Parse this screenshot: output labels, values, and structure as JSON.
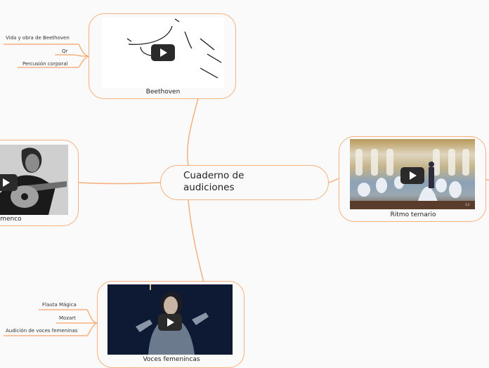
{
  "central_topic": "Cuaderno de audiciones",
  "nodes": {
    "beethoven": {
      "label": "Beethoven",
      "leaves": [
        "Vida y obra de Beethoven",
        "Qr",
        "Percusión corporal"
      ]
    },
    "ritmo": {
      "label": "Ritmo ternario"
    },
    "flamenco": {
      "label": "flamenco"
    },
    "voces": {
      "label": "Voces femenincas",
      "leaves": [
        "Flauta Mágica",
        "Mozart",
        "Audición de voces femeninas"
      ]
    }
  },
  "colors": {
    "connector": "#f6b07e",
    "background": "#fafafa"
  },
  "icons": [
    "play-icon"
  ]
}
